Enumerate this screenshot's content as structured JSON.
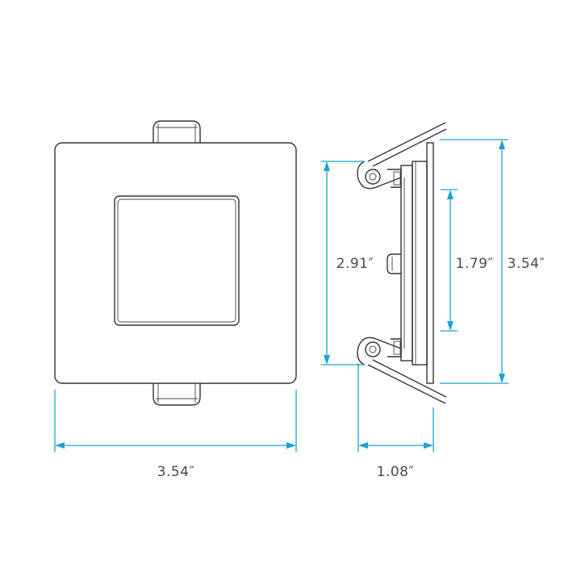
{
  "dimensions": {
    "front_width": "3.54″",
    "side_depth": "1.08″",
    "side_outer_height": "3.54″",
    "side_cutout_height": "2.91″",
    "side_inner_height": "1.79″"
  },
  "colors": {
    "dimension_line": "#1ea0d2",
    "outline": "#333333",
    "text": "#4a4a4a"
  }
}
